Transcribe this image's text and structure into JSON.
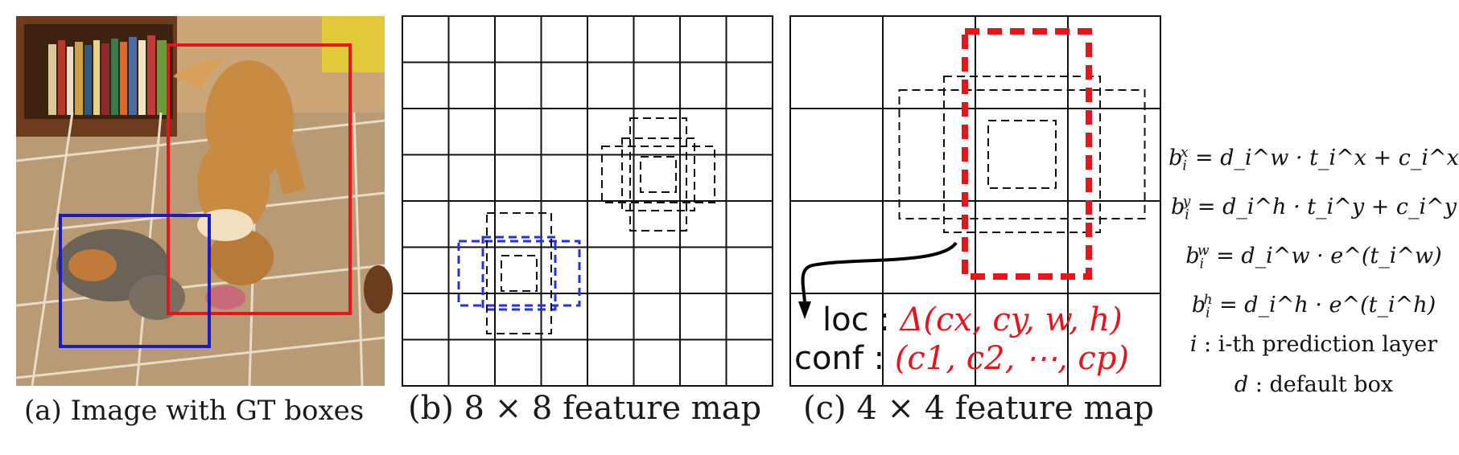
{
  "captions": {
    "a": "(a) Image with GT boxes",
    "b": "(b) 8 × 8 feature map",
    "c": "(c) 4 × 4 feature map"
  },
  "panel_c": {
    "loc_label": "loc",
    "loc_value": "Δ(cx, cy, w, h)",
    "conf_label": "conf",
    "conf_value": "(c1, c2, ⋯, cp)",
    "separator": ":"
  },
  "equations": [
    {
      "lhs": "b",
      "lhs_sub": "i",
      "lhs_sup": "x",
      "rhs": "= d_i^w · t_i^x + c_i^x"
    },
    {
      "lhs": "b",
      "lhs_sub": "i",
      "lhs_sup": "y",
      "rhs": "= d_i^h · t_i^y + c_i^y"
    },
    {
      "lhs": "b",
      "lhs_sub": "i",
      "lhs_sup": "w",
      "rhs": "= d_i^w · e^(t_i^w)"
    },
    {
      "lhs": "b",
      "lhs_sub": "i",
      "lhs_sup": "h",
      "rhs": "= d_i^h · e^(t_i^h)"
    }
  ],
  "notes": {
    "i_symbol": "i",
    "i_text": ": i-th prediction layer",
    "d_symbol": "d",
    "d_text": ": default box"
  },
  "colors": {
    "gt_dog": "#e8141b",
    "gt_cat": "#1a1acc",
    "matched_box": "#e8141b",
    "matched_box_small": "#2233dd",
    "grid": "#111111"
  }
}
